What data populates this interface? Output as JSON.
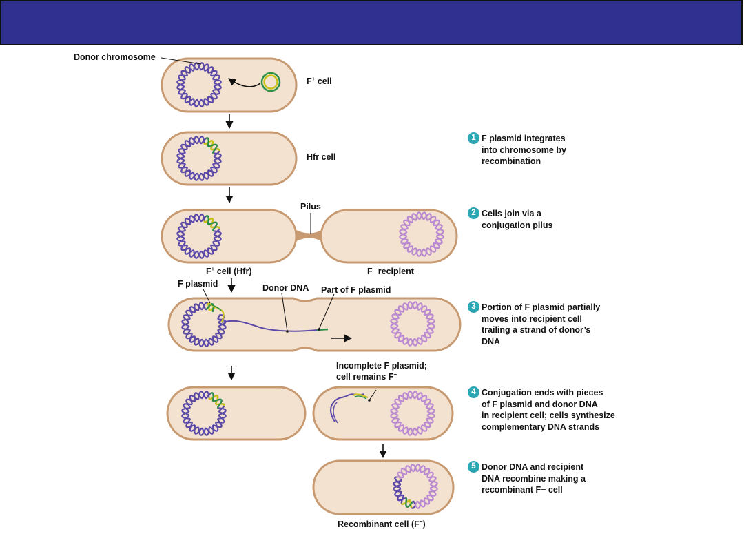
{
  "labels": {
    "donor_chromosome": "Donor chromosome",
    "f_plus_cell": "F+ cell",
    "hfr_cell": "Hfr cell",
    "pilus": "Pilus",
    "f_plus_cell_hfr": "F+ cell (Hfr)",
    "f_minus_recipient": "F− recipient",
    "f_plasmid": "F plasmid",
    "donor_dna": "Donor DNA",
    "part_of_f_plasmid": "Part of F plasmid",
    "incomplete_line1": "Incomplete F plasmid;",
    "incomplete_line2": "cell remains F−",
    "recombinant_cell": "Recombinant cell (F−)"
  },
  "steps": [
    {
      "num": "1",
      "text": "F plasmid integrates\ninto chromosome by\nrecombination"
    },
    {
      "num": "2",
      "text": "Cells join via a\nconjugation pilus"
    },
    {
      "num": "3",
      "text": "Portion of F plasmid partially\nmoves into recipient cell\ntrailing a strand of donor’s\nDNA"
    },
    {
      "num": "4",
      "text": "Conjugation ends with pieces\nof F plasmid and donor DNA\nin recipient cell; cells synthesize\ncomplementary DNA strands"
    },
    {
      "num": "5",
      "text": "Donor DNA and recipient\nDNA recombine making a\nrecombinant F− cell"
    }
  ],
  "colors": {
    "title_bar": "#303090",
    "cell_fill": "#f4e2d0",
    "cell_border": "#c79a72",
    "donor_dna": "#5b49a8",
    "recipient_dna": "#b98ad0",
    "f_plasmid_yellow": "#c8c21a",
    "f_plasmid_green": "#2c8f4a",
    "step_badge": "#2ba8b3"
  }
}
